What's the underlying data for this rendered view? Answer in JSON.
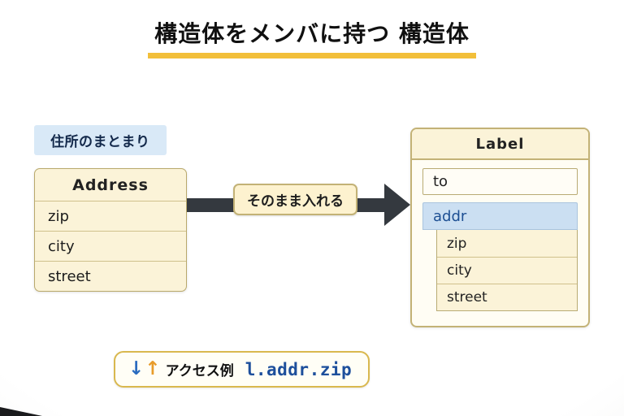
{
  "title": {
    "text": "構造体をメンバに持つ 構造体"
  },
  "colors": {
    "title_underline": "#f2bf3a",
    "badge_blue_bg": "#d9e9f7",
    "box_cream_bg": "#fbf3d8",
    "box_border_tan": "#c3b276",
    "highlight_blue_bg": "#cbdff2",
    "highlight_blue_text": "#1d4f93",
    "arrow_dark": "#34393f",
    "code_blue": "#1d4f9c",
    "access_border_gold": "#d9b84e"
  },
  "badge": {
    "text": "住所のまとまり"
  },
  "address_box": {
    "header": "Address",
    "rows": [
      "zip",
      "city",
      "street"
    ]
  },
  "arrow": {
    "label": "そのまま入れる"
  },
  "label_box": {
    "header": "Label",
    "member_to": "to",
    "member_addr": "addr",
    "nested_rows": [
      "zip",
      "city",
      "street"
    ]
  },
  "access_example": {
    "down_arrow_icon": "↓",
    "up_arrow_icon": "↑",
    "label": "アクセス例",
    "code": "l.addr.zip"
  }
}
